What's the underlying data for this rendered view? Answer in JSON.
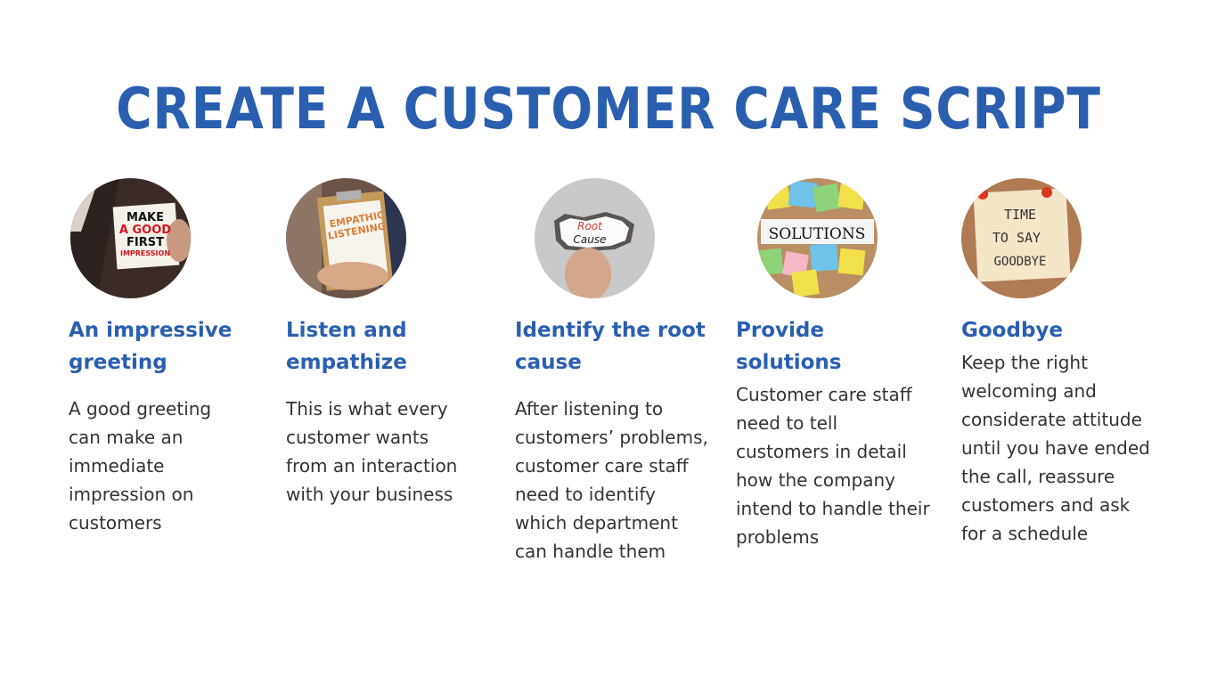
{
  "title": "CREATE A CUSTOMER CARE SCRIPT",
  "steps": [
    {
      "heading": "An impressive greeting",
      "body": "A good greeting can make an immediate impression on customers",
      "image": {
        "icon": "make-a-good-first-impression-card",
        "lines": [
          "MAKE",
          "A GOOD",
          "FIRST",
          "IMPRESSION"
        ]
      }
    },
    {
      "heading": "Listen and empathize",
      "body": "This is what every customer wants from an interaction with your business",
      "image": {
        "icon": "empathic-listening-clipboard",
        "lines": [
          "EMPATHIC",
          "LISTENING"
        ]
      }
    },
    {
      "heading": "Identify the root cause",
      "body": "After listening to customers’ problems, customer care staff need to identify which department can handle them",
      "image": {
        "icon": "root-cause-torn-paper",
        "lines": [
          "Root",
          "Cause"
        ]
      }
    },
    {
      "heading": "Provide solutions",
      "body": "Customer care staff need to tell customers in detail how the company intend to handle their problems",
      "image": {
        "icon": "solutions-sticky-notes",
        "lines": [
          "SOLUTIONS"
        ]
      }
    },
    {
      "heading": "Goodbye",
      "body": "Keep the right welcoming and considerate attitude until you have ended the call, reassure customers and ask for a schedule",
      "image": {
        "icon": "time-to-say-goodbye-note",
        "lines": [
          "TIME",
          "TO SAY",
          "GOODBYE"
        ]
      }
    }
  ],
  "colors": {
    "accent": "#2a5fb0",
    "text": "#333333",
    "background": "#ffffff"
  }
}
